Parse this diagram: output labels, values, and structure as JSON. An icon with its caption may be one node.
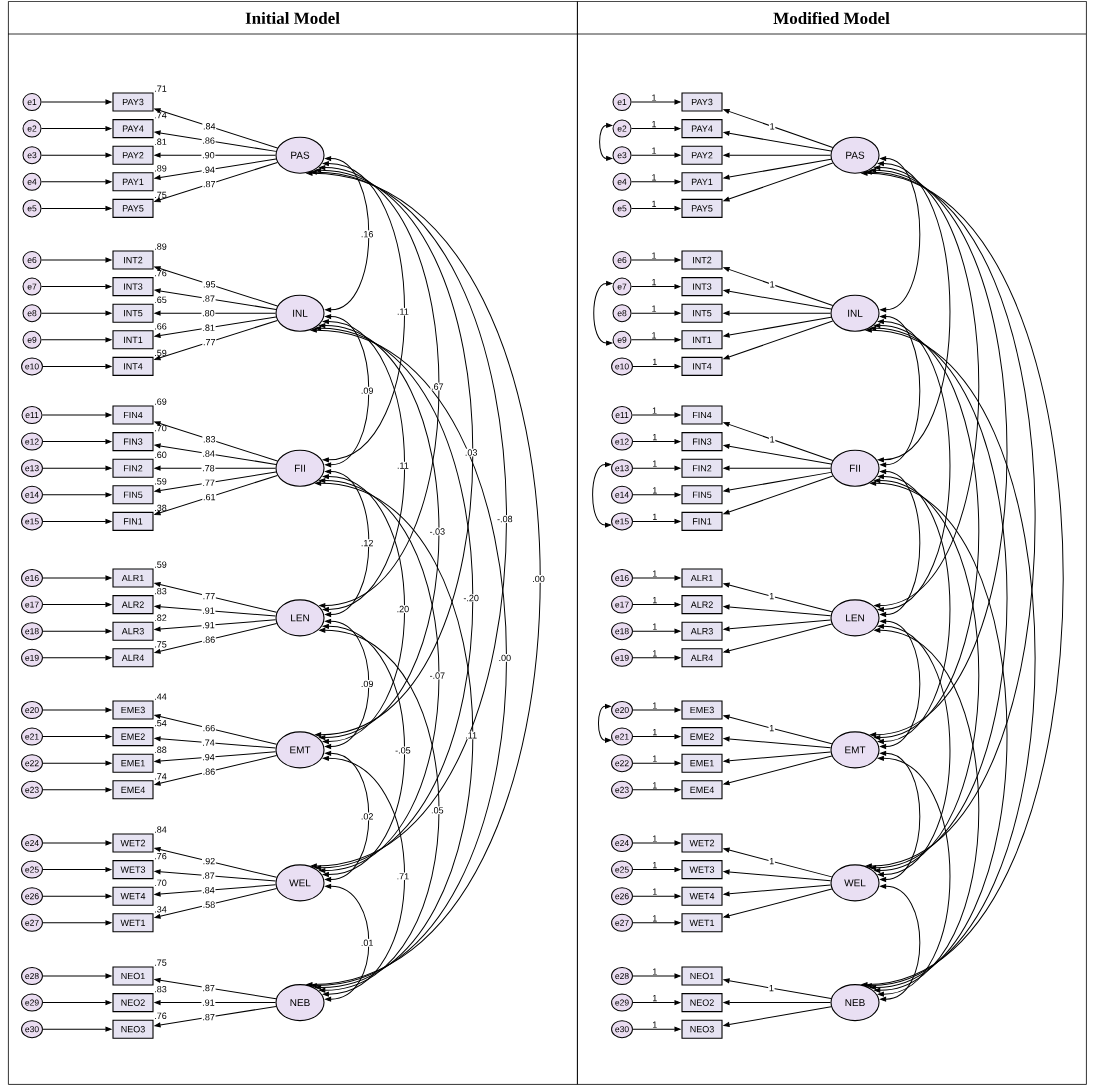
{
  "diagram": {
    "nodes": [
      {
        "text": [
          "Initial Model"
        ]
      },
      {
        "text": [
          "e1"
        ],
        "in": 0
      },
      {
        "text": [
          "e2"
        ],
        "in": 0
      },
      {
        "text": [
          "e3"
        ],
        "in": 0
      },
      {
        "text": [
          "e4"
        ],
        "in": 0
      },
      {
        "text": [
          "e5"
        ],
        "in": 0
      },
      {
        "text": [
          "e6"
        ],
        "in": 0
      },
      {
        "text": [
          "e7"
        ],
        "in": 0
      },
      {
        "text": [
          "e8"
        ],
        "in": 0
      },
      {
        "text": [
          "e9"
        ],
        "in": 0
      },
      {
        "text": [
          "e10"
        ],
        "in": 0
      },
      {
        "text": [
          "e11"
        ],
        "in": 0
      },
      {
        "text": [
          "e12"
        ],
        "in": 0
      },
      {
        "text": [
          "e13"
        ],
        "in": 0
      },
      {
        "text": [
          "e14"
        ],
        "in": 0
      },
      {
        "text": [
          "e15"
        ],
        "in": 0
      },
      {
        "text": [
          "e16"
        ],
        "in": 0
      },
      {
        "text": [
          "e17"
        ],
        "in": 0
      },
      {
        "text": [
          "e18"
        ],
        "in": 0
      },
      {
        "text": [
          "e19"
        ],
        "in": 0
      },
      {
        "text": [
          "e20"
        ],
        "in": 0
      },
      {
        "text": [
          "e21"
        ],
        "in": 0
      },
      {
        "text": [
          "e22"
        ],
        "in": 0
      },
      {
        "text": [
          "e23"
        ],
        "in": 0
      },
      {
        "text": [
          "e24"
        ],
        "in": 0
      },
      {
        "text": [
          "e25"
        ],
        "in": 0
      },
      {
        "text": [
          "e26"
        ],
        "in": 0
      },
      {
        "text": [
          "e27"
        ],
        "in": 0
      },
      {
        "text": [
          "e28"
        ],
        "in": 0
      },
      {
        "text": [
          "e29"
        ],
        "in": 0
      },
      {
        "text": [
          "e30"
        ],
        "in": 0
      },
      {
        "text": [
          "PAY3"
        ],
        "in": 0,
        "beside": [
          ".71"
        ]
      },
      {
        "text": [
          "PAY4"
        ],
        "in": 0,
        "beside": [
          ".74"
        ]
      },
      {
        "text": [
          "PAY2"
        ],
        "in": 0,
        "beside": [
          ".81"
        ]
      },
      {
        "text": [
          "PAY1"
        ],
        "in": 0,
        "beside": [
          ".89"
        ]
      },
      {
        "text": [
          "PAY5"
        ],
        "in": 0,
        "beside": [
          ".75"
        ]
      },
      {
        "text": [
          "INT2"
        ],
        "in": 0,
        "beside": [
          ".89"
        ]
      },
      {
        "text": [
          "INT3"
        ],
        "in": 0,
        "beside": [
          ".76"
        ]
      },
      {
        "text": [
          "INT5"
        ],
        "in": 0,
        "beside": [
          ".65"
        ]
      },
      {
        "text": [
          "INT1"
        ],
        "in": 0,
        "beside": [
          ".66"
        ]
      },
      {
        "text": [
          "INT4"
        ],
        "in": 0,
        "beside": [
          ".59"
        ]
      },
      {
        "text": [
          "FIN4"
        ],
        "in": 0,
        "beside": [
          ".69"
        ]
      },
      {
        "text": [
          "FIN3"
        ],
        "in": 0,
        "beside": [
          ".70"
        ]
      },
      {
        "text": [
          "FIN2"
        ],
        "in": 0,
        "beside": [
          ".60"
        ]
      },
      {
        "text": [
          "FIN5"
        ],
        "in": 0,
        "beside": [
          ".59"
        ]
      },
      {
        "text": [
          "FIN1"
        ],
        "in": 0,
        "beside": [
          ".38"
        ]
      },
      {
        "text": [
          "ALR1"
        ],
        "in": 0,
        "beside": [
          ".59"
        ]
      },
      {
        "text": [
          "ALR2"
        ],
        "in": 0,
        "beside": [
          ".83"
        ]
      },
      {
        "text": [
          "ALR3"
        ],
        "in": 0,
        "beside": [
          ".82"
        ]
      },
      {
        "text": [
          "ALR4"
        ],
        "in": 0,
        "beside": [
          ".75"
        ]
      },
      {
        "text": [
          "EME3"
        ],
        "in": 0,
        "beside": [
          ".44"
        ]
      },
      {
        "text": [
          "EME2"
        ],
        "in": 0,
        "beside": [
          ".54"
        ]
      },
      {
        "text": [
          "EME1"
        ],
        "in": 0,
        "beside": [
          ".88"
        ]
      },
      {
        "text": [
          "EME4"
        ],
        "in": 0,
        "beside": [
          ".74"
        ]
      },
      {
        "text": [
          "WET2"
        ],
        "in": 0,
        "beside": [
          ".84"
        ]
      },
      {
        "text": [
          "WET3"
        ],
        "in": 0,
        "beside": [
          ".76"
        ]
      },
      {
        "text": [
          "WET4"
        ],
        "in": 0,
        "beside": [
          ".70"
        ]
      },
      {
        "text": [
          "WET1"
        ],
        "in": 0,
        "beside": [
          ".34"
        ]
      },
      {
        "text": [
          "NEO1"
        ],
        "in": 0,
        "beside": [
          ".75"
        ]
      },
      {
        "text": [
          "NEO2"
        ],
        "in": 0,
        "beside": [
          ".83"
        ]
      },
      {
        "text": [
          "NEO3"
        ],
        "in": 0,
        "beside": [
          ".76"
        ]
      },
      {
        "text": [
          "PAS"
        ],
        "in": 0
      },
      {
        "text": [
          "INL"
        ],
        "in": 0
      },
      {
        "text": [
          "FII"
        ],
        "in": 0
      },
      {
        "text": [
          "LEN"
        ],
        "in": 0
      },
      {
        "text": [
          "EMT"
        ],
        "in": 0
      },
      {
        "text": [
          "WEL"
        ],
        "in": 0
      },
      {
        "text": [
          "NEB"
        ],
        "in": 0
      },
      {
        "text": [
          "Modified Model"
        ]
      },
      {
        "text": [
          "e1"
        ],
        "in": 68
      },
      {
        "text": [
          "e2"
        ],
        "in": 68
      },
      {
        "text": [
          "e3"
        ],
        "in": 68
      },
      {
        "text": [
          "e4"
        ],
        "in": 68
      },
      {
        "text": [
          "e5"
        ],
        "in": 68
      },
      {
        "text": [
          "e6"
        ],
        "in": 68
      },
      {
        "text": [
          "e7"
        ],
        "in": 68
      },
      {
        "text": [
          "e8"
        ],
        "in": 68
      },
      {
        "text": [
          "e9"
        ],
        "in": 68
      },
      {
        "text": [
          "e10"
        ],
        "in": 68
      },
      {
        "text": [
          "e11"
        ],
        "in": 68
      },
      {
        "text": [
          "e12"
        ],
        "in": 68
      },
      {
        "text": [
          "e13"
        ],
        "in": 68
      },
      {
        "text": [
          "e14"
        ],
        "in": 68
      },
      {
        "text": [
          "e15"
        ],
        "in": 68
      },
      {
        "text": [
          "e16"
        ],
        "in": 68
      },
      {
        "text": [
          "e17"
        ],
        "in": 68
      },
      {
        "text": [
          "e18"
        ],
        "in": 68
      },
      {
        "text": [
          "e19"
        ],
        "in": 68
      },
      {
        "text": [
          "e20"
        ],
        "in": 68
      },
      {
        "text": [
          "e21"
        ],
        "in": 68
      },
      {
        "text": [
          "e22"
        ],
        "in": 68
      },
      {
        "text": [
          "e23"
        ],
        "in": 68
      },
      {
        "text": [
          "e24"
        ],
        "in": 68
      },
      {
        "text": [
          "e25"
        ],
        "in": 68
      },
      {
        "text": [
          "e26"
        ],
        "in": 68
      },
      {
        "text": [
          "e27"
        ],
        "in": 68
      },
      {
        "text": [
          "e28"
        ],
        "in": 68
      },
      {
        "text": [
          "e29"
        ],
        "in": 68
      },
      {
        "text": [
          "e30"
        ],
        "in": 68
      },
      {
        "text": [
          "PAY3"
        ],
        "in": 68
      },
      {
        "text": [
          "PAY4"
        ],
        "in": 68
      },
      {
        "text": [
          "PAY2"
        ],
        "in": 68
      },
      {
        "text": [
          "PAY1"
        ],
        "in": 68
      },
      {
        "text": [
          "PAY5"
        ],
        "in": 68
      },
      {
        "text": [
          "INT2"
        ],
        "in": 68
      },
      {
        "text": [
          "INT3"
        ],
        "in": 68
      },
      {
        "text": [
          "INT5"
        ],
        "in": 68
      },
      {
        "text": [
          "INT1"
        ],
        "in": 68
      },
      {
        "text": [
          "INT4"
        ],
        "in": 68
      },
      {
        "text": [
          "FIN4"
        ],
        "in": 68
      },
      {
        "text": [
          "FIN3"
        ],
        "in": 68
      },
      {
        "text": [
          "FIN2"
        ],
        "in": 68
      },
      {
        "text": [
          "FIN5"
        ],
        "in": 68
      },
      {
        "text": [
          "FIN1"
        ],
        "in": 68
      },
      {
        "text": [
          "ALR1"
        ],
        "in": 68
      },
      {
        "text": [
          "ALR2"
        ],
        "in": 68
      },
      {
        "text": [
          "ALR3"
        ],
        "in": 68
      },
      {
        "text": [
          "ALR4"
        ],
        "in": 68
      },
      {
        "text": [
          "EME3"
        ],
        "in": 68
      },
      {
        "text": [
          "EME2"
        ],
        "in": 68
      },
      {
        "text": [
          "EME1"
        ],
        "in": 68
      },
      {
        "text": [
          "EME4"
        ],
        "in": 68
      },
      {
        "text": [
          "WET2"
        ],
        "in": 68
      },
      {
        "text": [
          "WET3"
        ],
        "in": 68
      },
      {
        "text": [
          "WET4"
        ],
        "in": 68
      },
      {
        "text": [
          "WET1"
        ],
        "in": 68
      },
      {
        "text": [
          "NEO1"
        ],
        "in": 68
      },
      {
        "text": [
          "NEO2"
        ],
        "in": 68
      },
      {
        "text": [
          "NEO3"
        ],
        "in": 68
      },
      {
        "text": [
          "PAS"
        ],
        "in": 68
      },
      {
        "text": [
          "INL"
        ],
        "in": 68
      },
      {
        "text": [
          "FII"
        ],
        "in": 68
      },
      {
        "text": [
          "LEN"
        ],
        "in": 68
      },
      {
        "text": [
          "EMT"
        ],
        "in": 68
      },
      {
        "text": [
          "WEL"
        ],
        "in": 68
      },
      {
        "text": [
          "NEB"
        ],
        "in": 68
      }
    ],
    "edges": [
      {
        "from": 1,
        "to": 31,
        "arrow": "to"
      },
      {
        "from": 2,
        "to": 32,
        "arrow": "to"
      },
      {
        "from": 3,
        "to": 33,
        "arrow": "to"
      },
      {
        "from": 4,
        "to": 34,
        "arrow": "to"
      },
      {
        "from": 5,
        "to": 35,
        "arrow": "to"
      },
      {
        "from": 6,
        "to": 36,
        "arrow": "to"
      },
      {
        "from": 7,
        "to": 37,
        "arrow": "to"
      },
      {
        "from": 8,
        "to": 38,
        "arrow": "to"
      },
      {
        "from": 9,
        "to": 39,
        "arrow": "to"
      },
      {
        "from": 10,
        "to": 40,
        "arrow": "to"
      },
      {
        "from": 11,
        "to": 41,
        "arrow": "to"
      },
      {
        "from": 12,
        "to": 42,
        "arrow": "to"
      },
      {
        "from": 13,
        "to": 43,
        "arrow": "to"
      },
      {
        "from": 14,
        "to": 44,
        "arrow": "to"
      },
      {
        "from": 15,
        "to": 45,
        "arrow": "to"
      },
      {
        "from": 16,
        "to": 46,
        "arrow": "to"
      },
      {
        "from": 17,
        "to": 47,
        "arrow": "to"
      },
      {
        "from": 18,
        "to": 48,
        "arrow": "to"
      },
      {
        "from": 19,
        "to": 49,
        "arrow": "to"
      },
      {
        "from": 20,
        "to": 50,
        "arrow": "to"
      },
      {
        "from": 21,
        "to": 51,
        "arrow": "to"
      },
      {
        "from": 22,
        "to": 52,
        "arrow": "to"
      },
      {
        "from": 23,
        "to": 53,
        "arrow": "to"
      },
      {
        "from": 24,
        "to": 54,
        "arrow": "to"
      },
      {
        "from": 25,
        "to": 55,
        "arrow": "to"
      },
      {
        "from": 26,
        "to": 56,
        "arrow": "to"
      },
      {
        "from": 27,
        "to": 57,
        "arrow": "to"
      },
      {
        "from": 28,
        "to": 58,
        "arrow": "to"
      },
      {
        "from": 29,
        "to": 59,
        "arrow": "to"
      },
      {
        "from": 30,
        "to": 60,
        "arrow": "to"
      },
      {
        "from": 61,
        "to": 31,
        "arrow": "to",
        "label": ".84"
      },
      {
        "from": 61,
        "to": 32,
        "arrow": "to",
        "label": ".86"
      },
      {
        "from": 61,
        "to": 33,
        "arrow": "to",
        "label": ".90"
      },
      {
        "from": 61,
        "to": 34,
        "arrow": "to",
        "label": ".94"
      },
      {
        "from": 61,
        "to": 35,
        "arrow": "to",
        "label": ".87"
      },
      {
        "from": 62,
        "to": 36,
        "arrow": "to",
        "label": ".95"
      },
      {
        "from": 62,
        "to": 37,
        "arrow": "to",
        "label": ".87"
      },
      {
        "from": 62,
        "to": 38,
        "arrow": "to",
        "label": ".80"
      },
      {
        "from": 62,
        "to": 39,
        "arrow": "to",
        "label": ".81"
      },
      {
        "from": 62,
        "to": 40,
        "arrow": "to",
        "label": ".77"
      },
      {
        "from": 63,
        "to": 41,
        "arrow": "to",
        "label": ".83"
      },
      {
        "from": 63,
        "to": 42,
        "arrow": "to",
        "label": ".84"
      },
      {
        "from": 63,
        "to": 43,
        "arrow": "to",
        "label": ".78"
      },
      {
        "from": 63,
        "to": 44,
        "arrow": "to",
        "label": ".77"
      },
      {
        "from": 63,
        "to": 45,
        "arrow": "to",
        "label": ".61"
      },
      {
        "from": 64,
        "to": 46,
        "arrow": "to",
        "label": ".77"
      },
      {
        "from": 64,
        "to": 47,
        "arrow": "to",
        "label": ".91"
      },
      {
        "from": 64,
        "to": 48,
        "arrow": "to",
        "label": ".91"
      },
      {
        "from": 64,
        "to": 49,
        "arrow": "to",
        "label": ".86"
      },
      {
        "from": 65,
        "to": 50,
        "arrow": "to",
        "label": ".66"
      },
      {
        "from": 65,
        "to": 51,
        "arrow": "to",
        "label": ".74"
      },
      {
        "from": 65,
        "to": 52,
        "arrow": "to",
        "label": ".94"
      },
      {
        "from": 65,
        "to": 53,
        "arrow": "to",
        "label": ".86"
      },
      {
        "from": 66,
        "to": 54,
        "arrow": "to",
        "label": ".92"
      },
      {
        "from": 66,
        "to": 55,
        "arrow": "to",
        "label": ".87"
      },
      {
        "from": 66,
        "to": 56,
        "arrow": "to",
        "label": ".84"
      },
      {
        "from": 66,
        "to": 57,
        "arrow": "to",
        "label": ".58"
      },
      {
        "from": 67,
        "to": 58,
        "arrow": "to",
        "label": ".87"
      },
      {
        "from": 67,
        "to": 59,
        "arrow": "to",
        "label": ".91"
      },
      {
        "from": 67,
        "to": 60,
        "arrow": "to",
        "label": ".87"
      },
      {
        "from": 61,
        "to": 62,
        "arrow": "both",
        "label": ".16"
      },
      {
        "from": 61,
        "to": 63,
        "arrow": "both",
        "label": ".11"
      },
      {
        "from": 61,
        "to": 64,
        "arrow": "both",
        "label": ".67"
      },
      {
        "from": 61,
        "to": 65,
        "arrow": "both",
        "label": ".03"
      },
      {
        "from": 61,
        "to": 66,
        "arrow": "both",
        "label": "-.08"
      },
      {
        "from": 61,
        "to": 67,
        "arrow": "both",
        "label": ".00"
      },
      {
        "from": 62,
        "to": 63,
        "arrow": "both",
        "label": ".09"
      },
      {
        "from": 62,
        "to": 64,
        "arrow": "both",
        "label": ".11"
      },
      {
        "from": 62,
        "to": 65,
        "arrow": "both",
        "label": "-.03"
      },
      {
        "from": 62,
        "to": 66,
        "arrow": "both",
        "label": "-.20"
      },
      {
        "from": 62,
        "to": 67,
        "arrow": "both",
        "label": ".00"
      },
      {
        "from": 63,
        "to": 64,
        "arrow": "both",
        "label": ".12"
      },
      {
        "from": 63,
        "to": 65,
        "arrow": "both",
        "label": ".20"
      },
      {
        "from": 63,
        "to": 66,
        "arrow": "both",
        "label": "-.07"
      },
      {
        "from": 63,
        "to": 67,
        "arrow": "both",
        "label": ".11"
      },
      {
        "from": 64,
        "to": 65,
        "arrow": "both",
        "label": ".09"
      },
      {
        "from": 64,
        "to": 66,
        "arrow": "both",
        "label": "-.05"
      },
      {
        "from": 64,
        "to": 67,
        "arrow": "both",
        "label": ".05"
      },
      {
        "from": 65,
        "to": 66,
        "arrow": "both",
        "label": ".02"
      },
      {
        "from": 65,
        "to": 67,
        "arrow": "both",
        "label": ".71"
      },
      {
        "from": 66,
        "to": 67,
        "arrow": "both",
        "label": ".01"
      },
      {
        "from": 69,
        "to": 99,
        "arrow": "to",
        "label": "1"
      },
      {
        "from": 70,
        "to": 100,
        "arrow": "to",
        "label": "1"
      },
      {
        "from": 71,
        "to": 101,
        "arrow": "to",
        "label": "1"
      },
      {
        "from": 72,
        "to": 102,
        "arrow": "to",
        "label": "1"
      },
      {
        "from": 73,
        "to": 103,
        "arrow": "to",
        "label": "1"
      },
      {
        "from": 74,
        "to": 104,
        "arrow": "to",
        "label": "1"
      },
      {
        "from": 75,
        "to": 105,
        "arrow": "to",
        "label": "1"
      },
      {
        "from": 76,
        "to": 106,
        "arrow": "to",
        "label": "1"
      },
      {
        "from": 77,
        "to": 107,
        "arrow": "to",
        "label": "1"
      },
      {
        "from": 78,
        "to": 108,
        "arrow": "to",
        "label": "1"
      },
      {
        "from": 79,
        "to": 109,
        "arrow": "to",
        "label": "1"
      },
      {
        "from": 80,
        "to": 110,
        "arrow": "to",
        "label": "1"
      },
      {
        "from": 81,
        "to": 111,
        "arrow": "to",
        "label": "1"
      },
      {
        "from": 82,
        "to": 112,
        "arrow": "to",
        "label": "1"
      },
      {
        "from": 83,
        "to": 113,
        "arrow": "to",
        "label": "1"
      },
      {
        "from": 84,
        "to": 114,
        "arrow": "to",
        "label": "1"
      },
      {
        "from": 85,
        "to": 115,
        "arrow": "to",
        "label": "1"
      },
      {
        "from": 86,
        "to": 116,
        "arrow": "to",
        "label": "1"
      },
      {
        "from": 87,
        "to": 117,
        "arrow": "to",
        "label": "1"
      },
      {
        "from": 88,
        "to": 118,
        "arrow": "to",
        "label": "1"
      },
      {
        "from": 89,
        "to": 119,
        "arrow": "to",
        "label": "1"
      },
      {
        "from": 90,
        "to": 120,
        "arrow": "to",
        "label": "1"
      },
      {
        "from": 91,
        "to": 121,
        "arrow": "to",
        "label": "1"
      },
      {
        "from": 92,
        "to": 122,
        "arrow": "to",
        "label": "1"
      },
      {
        "from": 93,
        "to": 123,
        "arrow": "to",
        "label": "1"
      },
      {
        "from": 94,
        "to": 124,
        "arrow": "to",
        "label": "1"
      },
      {
        "from": 95,
        "to": 125,
        "arrow": "to",
        "label": "1"
      },
      {
        "from": 96,
        "to": 126,
        "arrow": "to",
        "label": "1"
      },
      {
        "from": 97,
        "to": 127,
        "arrow": "to",
        "label": "1"
      },
      {
        "from": 98,
        "to": 128,
        "arrow": "to",
        "label": "1"
      },
      {
        "from": 129,
        "to": 99,
        "arrow": "to",
        "label": "1"
      },
      {
        "from": 129,
        "to": 100,
        "arrow": "to"
      },
      {
        "from": 129,
        "to": 101,
        "arrow": "to"
      },
      {
        "from": 129,
        "to": 102,
        "arrow": "to"
      },
      {
        "from": 129,
        "to": 103,
        "arrow": "to"
      },
      {
        "from": 130,
        "to": 104,
        "arrow": "to",
        "label": "1"
      },
      {
        "from": 130,
        "to": 105,
        "arrow": "to"
      },
      {
        "from": 130,
        "to": 106,
        "arrow": "to"
      },
      {
        "from": 130,
        "to": 107,
        "arrow": "to"
      },
      {
        "from": 130,
        "to": 108,
        "arrow": "to"
      },
      {
        "from": 131,
        "to": 109,
        "arrow": "to",
        "label": "1"
      },
      {
        "from": 131,
        "to": 110,
        "arrow": "to"
      },
      {
        "from": 131,
        "to": 111,
        "arrow": "to"
      },
      {
        "from": 131,
        "to": 112,
        "arrow": "to"
      },
      {
        "from": 131,
        "to": 113,
        "arrow": "to"
      },
      {
        "from": 132,
        "to": 114,
        "arrow": "to",
        "label": "1"
      },
      {
        "from": 132,
        "to": 115,
        "arrow": "to"
      },
      {
        "from": 132,
        "to": 116,
        "arrow": "to"
      },
      {
        "from": 132,
        "to": 117,
        "arrow": "to"
      },
      {
        "from": 133,
        "to": 118,
        "arrow": "to",
        "label": "1"
      },
      {
        "from": 133,
        "to": 119,
        "arrow": "to"
      },
      {
        "from": 133,
        "to": 120,
        "arrow": "to"
      },
      {
        "from": 133,
        "to": 121,
        "arrow": "to"
      },
      {
        "from": 134,
        "to": 122,
        "arrow": "to",
        "label": "1"
      },
      {
        "from": 134,
        "to": 123,
        "arrow": "to"
      },
      {
        "from": 134,
        "to": 124,
        "arrow": "to"
      },
      {
        "from": 134,
        "to": 125,
        "arrow": "to"
      },
      {
        "from": 135,
        "to": 126,
        "arrow": "to",
        "label": "1"
      },
      {
        "from": 135,
        "to": 127,
        "arrow": "to"
      },
      {
        "from": 135,
        "to": 128,
        "arrow": "to"
      },
      {
        "from": 129,
        "to": 130,
        "arrow": "both"
      },
      {
        "from": 129,
        "to": 131,
        "arrow": "both"
      },
      {
        "from": 129,
        "to": 132,
        "arrow": "both"
      },
      {
        "from": 129,
        "to": 133,
        "arrow": "both"
      },
      {
        "from": 129,
        "to": 134,
        "arrow": "both"
      },
      {
        "from": 129,
        "to": 135,
        "arrow": "both"
      },
      {
        "from": 130,
        "to": 131,
        "arrow": "both"
      },
      {
        "from": 130,
        "to": 132,
        "arrow": "both"
      },
      {
        "from": 130,
        "to": 133,
        "arrow": "both"
      },
      {
        "from": 130,
        "to": 134,
        "arrow": "both"
      },
      {
        "from": 130,
        "to": 135,
        "arrow": "both"
      },
      {
        "from": 131,
        "to": 132,
        "arrow": "both"
      },
      {
        "from": 131,
        "to": 133,
        "arrow": "both"
      },
      {
        "from": 131,
        "to": 134,
        "arrow": "both"
      },
      {
        "from": 131,
        "to": 135,
        "arrow": "both"
      },
      {
        "from": 132,
        "to": 133,
        "arrow": "both"
      },
      {
        "from": 132,
        "to": 134,
        "arrow": "both"
      },
      {
        "from": 132,
        "to": 135,
        "arrow": "both"
      },
      {
        "from": 133,
        "to": 134,
        "arrow": "both"
      },
      {
        "from": 133,
        "to": 135,
        "arrow": "both"
      },
      {
        "from": 134,
        "to": 135,
        "arrow": "both"
      },
      {
        "from": 70,
        "to": 71,
        "arrow": "both"
      },
      {
        "from": 75,
        "to": 77,
        "arrow": "both"
      },
      {
        "from": 81,
        "to": 83,
        "arrow": "both"
      },
      {
        "from": 88,
        "to": 89,
        "arrow": "both"
      }
    ]
  }
}
